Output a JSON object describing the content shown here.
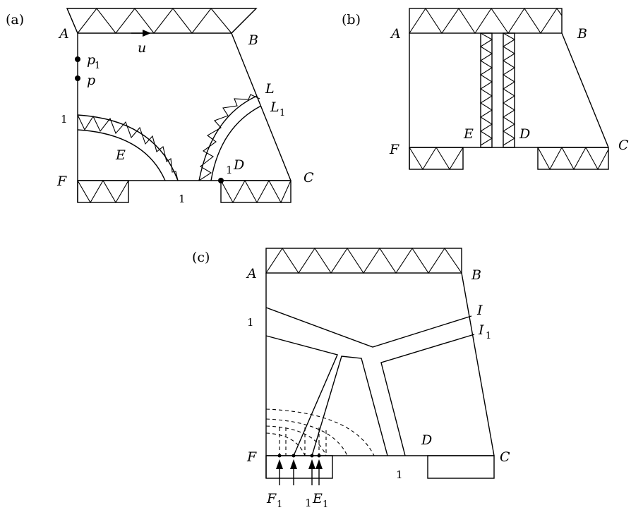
{
  "panel_a": {
    "tag": "(a)",
    "labels": {
      "A": "A",
      "B": "B",
      "C": "C",
      "D": "D",
      "E": "E",
      "F": "F",
      "L": "L",
      "L1_main": "L",
      "L1_sub": "1",
      "u": "u",
      "p1_main": "p",
      "p1_sub": "1",
      "p": "p"
    },
    "numbers": {
      "left_one": "1",
      "bottom_one": "1",
      "d_one": "1"
    }
  },
  "panel_b": {
    "tag": "(b)",
    "labels": {
      "A": "A",
      "B": "B",
      "C": "C",
      "D": "D",
      "E": "E",
      "F": "F"
    }
  },
  "panel_c": {
    "tag": "(c)",
    "labels": {
      "A": "A",
      "B": "B",
      "C": "C",
      "D": "D",
      "F": "F",
      "I": "I",
      "I1_main": "I",
      "I1_sub": "1",
      "F1_main": "F",
      "F1_sub": "1",
      "E1_main": "E",
      "E1_sub": "1"
    },
    "numbers": {
      "left_one": "1",
      "bottom_one": "1",
      "e_one": "1"
    }
  }
}
